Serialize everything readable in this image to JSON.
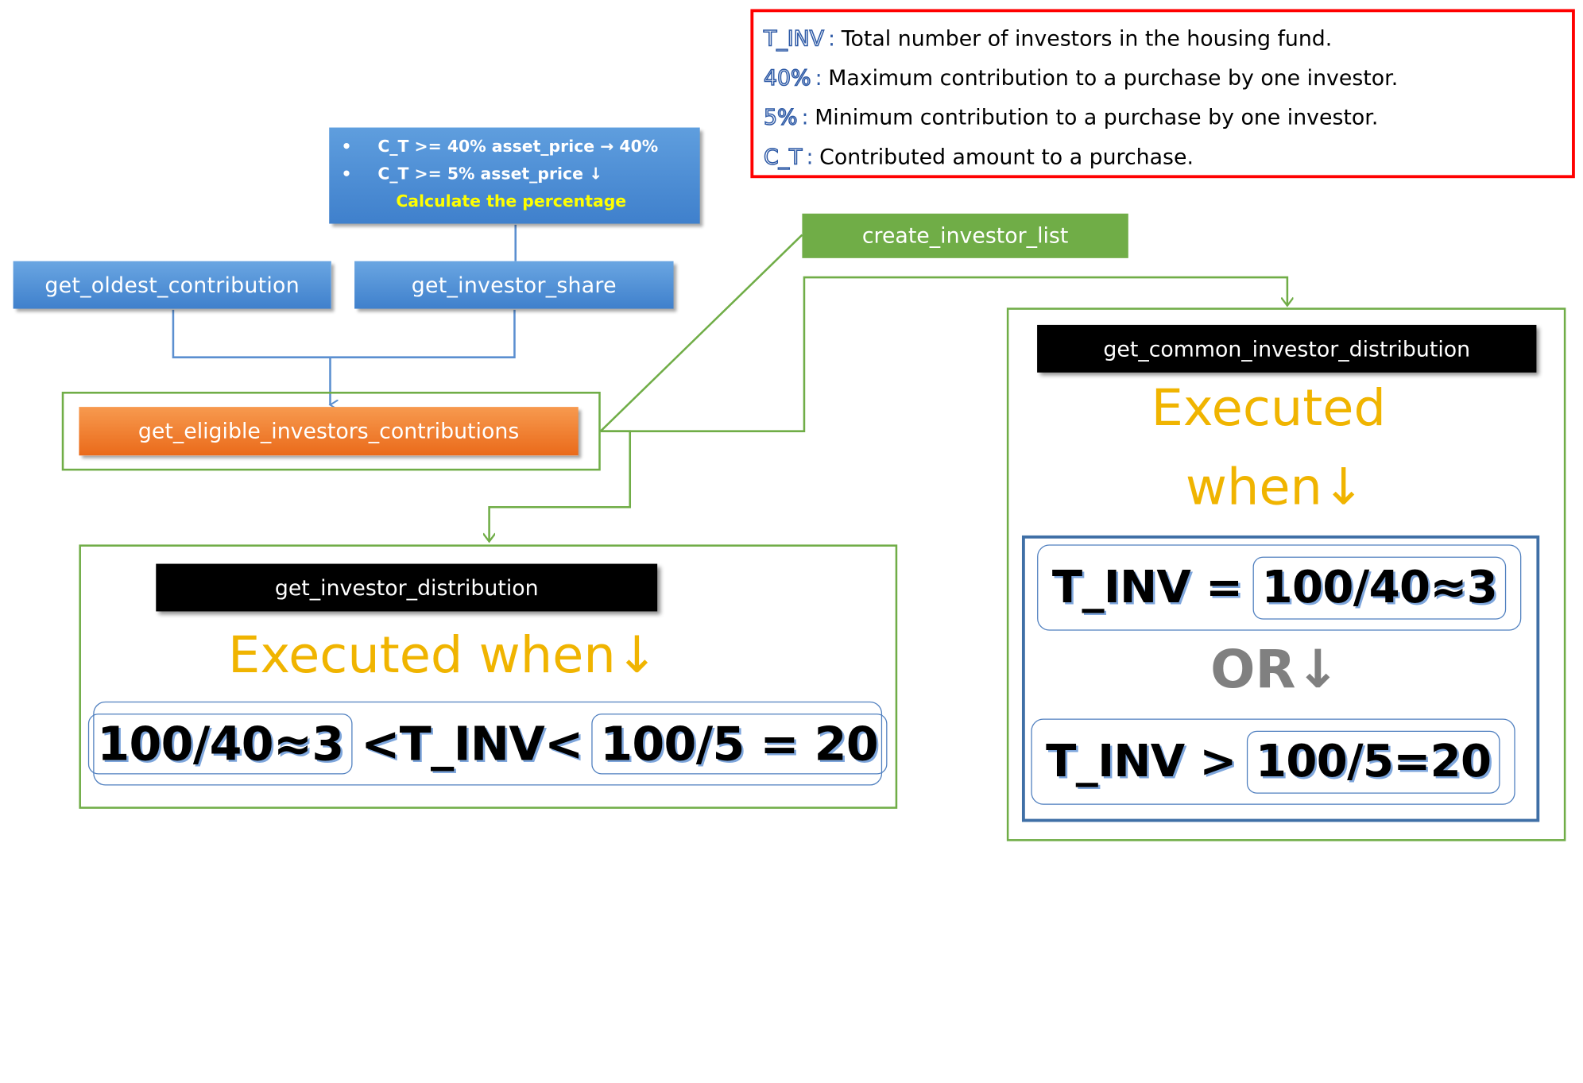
{
  "legend": {
    "rows": [
      {
        "term": "T_INV",
        "sep": ":",
        "desc": "Total number of investors in the housing fund."
      },
      {
        "term": "40%",
        "sep": ":",
        "desc": "Maximum contribution to a purchase by one investor."
      },
      {
        "term": "5%",
        "sep": ":",
        "desc": "Minimum contribution to a purchase by one investor."
      },
      {
        "term": "C_T",
        "sep": ":",
        "desc": "Contributed amount to a purchase."
      }
    ]
  },
  "rules_box": {
    "bullet": "•",
    "line1": "C_T >= 40% asset_price → 40%",
    "line2": "C_T >= 5% asset_price ↓",
    "calc": "Calculate the percentage"
  },
  "nodes": {
    "oldest": "get_oldest_contribution",
    "share": "get_investor_share",
    "eligible": "get_eligible_investors_contributions",
    "create_list": "create_investor_list",
    "common": "get_common_investor_distribution",
    "distribution": "get_investor_distribution"
  },
  "distribution_panel": {
    "executed": "Executed when↓",
    "left": "100/40≈3",
    "middle": "<T_INV<",
    "right": "100/5 = 20"
  },
  "common_panel": {
    "executed_line1": "Executed",
    "executed_line2": "when↓",
    "cond1_term": "T_INV =",
    "cond1_value": "100/40≈3",
    "or": "OR↓",
    "cond2_term": "T_INV >",
    "cond2_value": "100/5=20"
  },
  "colors": {
    "blue": "#4a8ad4",
    "orange": "#ed7d31",
    "green": "#70ad47",
    "black": "#000000",
    "red": "#ff0000",
    "gold": "#f0b400",
    "gray": "#808080"
  }
}
